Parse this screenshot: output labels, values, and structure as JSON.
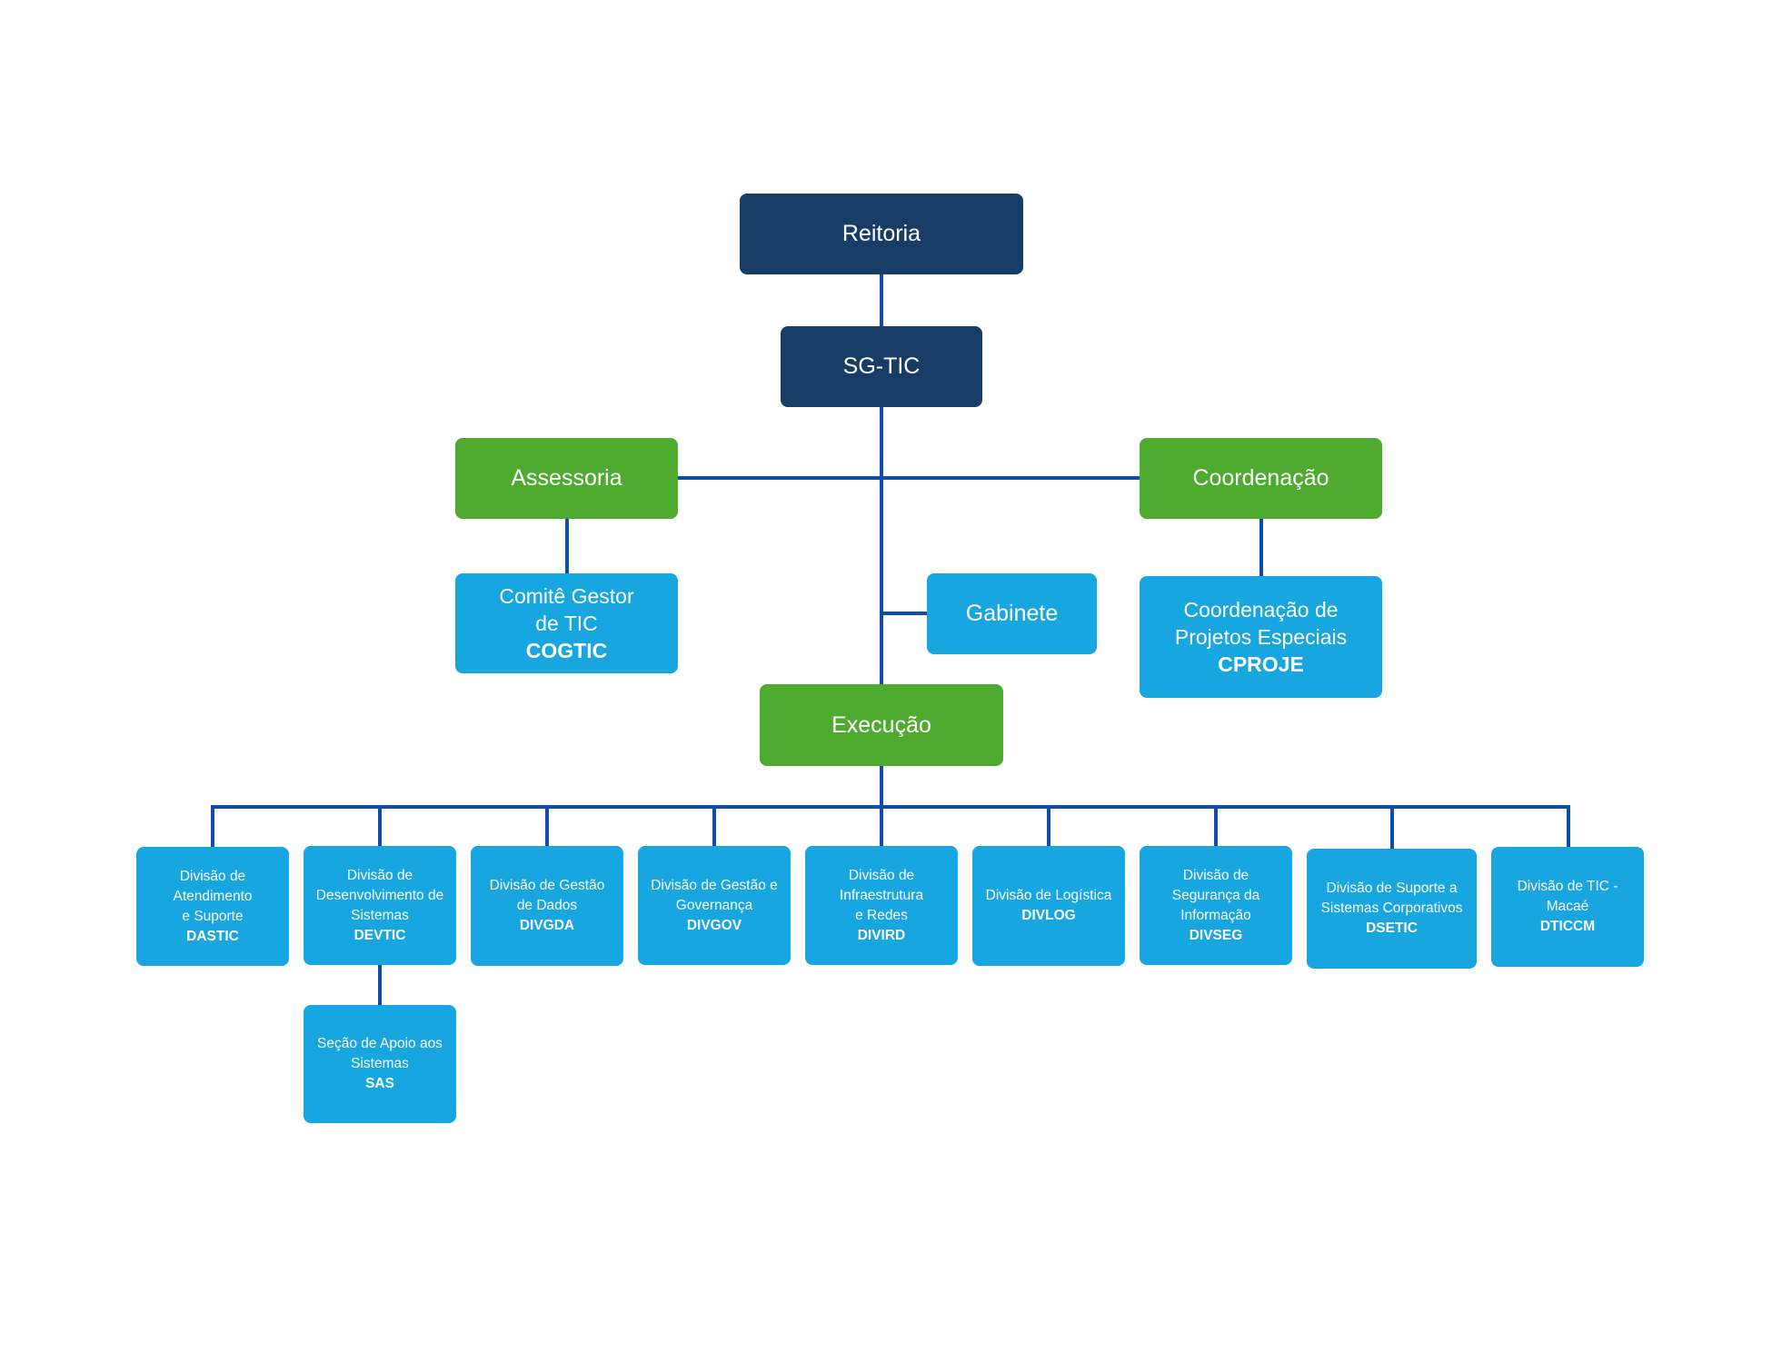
{
  "colors": {
    "connector": "#0f4ea8",
    "navy": "#173d66",
    "green": "#4fab30",
    "blue": "#17a6e0",
    "text": "#ffffff"
  },
  "nodes": {
    "reitoria": {
      "name": "Reitoria"
    },
    "sgtic": {
      "name": "SG-TIC"
    },
    "assessoria": {
      "name": "Assessoria"
    },
    "coordenacao": {
      "name": "Coordenação"
    },
    "cogtic": {
      "line1": "Comitê Gestor",
      "line2": "de TIC",
      "code": "COGTIC"
    },
    "gabinete": {
      "name": "Gabinete"
    },
    "cproje": {
      "line1": "Coordenação de",
      "line2": "Projetos Especiais",
      "code": "CPROJE"
    },
    "execucao": {
      "name": "Execução"
    },
    "divisions": [
      {
        "lines": [
          "Divisão de",
          "Atendimento",
          "e Suporte"
        ],
        "code": "DASTIC"
      },
      {
        "lines": [
          "Divisão de",
          "Desenvolvimento de",
          "Sistemas"
        ],
        "code": "DEVTIC"
      },
      {
        "lines": [
          "Divisão de Gestão",
          "de Dados"
        ],
        "code": "DIVGDA"
      },
      {
        "lines": [
          "Divisão de Gestão e",
          "Governança"
        ],
        "code": "DIVGOV"
      },
      {
        "lines": [
          "Divisão de",
          "Infraestrutura",
          "e Redes"
        ],
        "code": "DIVIRD"
      },
      {
        "lines": [
          "Divisão de Logística"
        ],
        "code": "DIVLOG"
      },
      {
        "lines": [
          "Divisão de",
          "Segurança da",
          "Informação"
        ],
        "code": "DIVSEG"
      },
      {
        "lines": [
          "Divisão de Suporte a",
          "Sistemas Corporativos"
        ],
        "code": "DSETIC"
      },
      {
        "lines": [
          "Divisão de TIC -",
          "Macaé"
        ],
        "code": "DTICCM"
      }
    ],
    "sas": {
      "lines": [
        "Seção de Apoio aos",
        "Sistemas"
      ],
      "code": "SAS"
    }
  }
}
